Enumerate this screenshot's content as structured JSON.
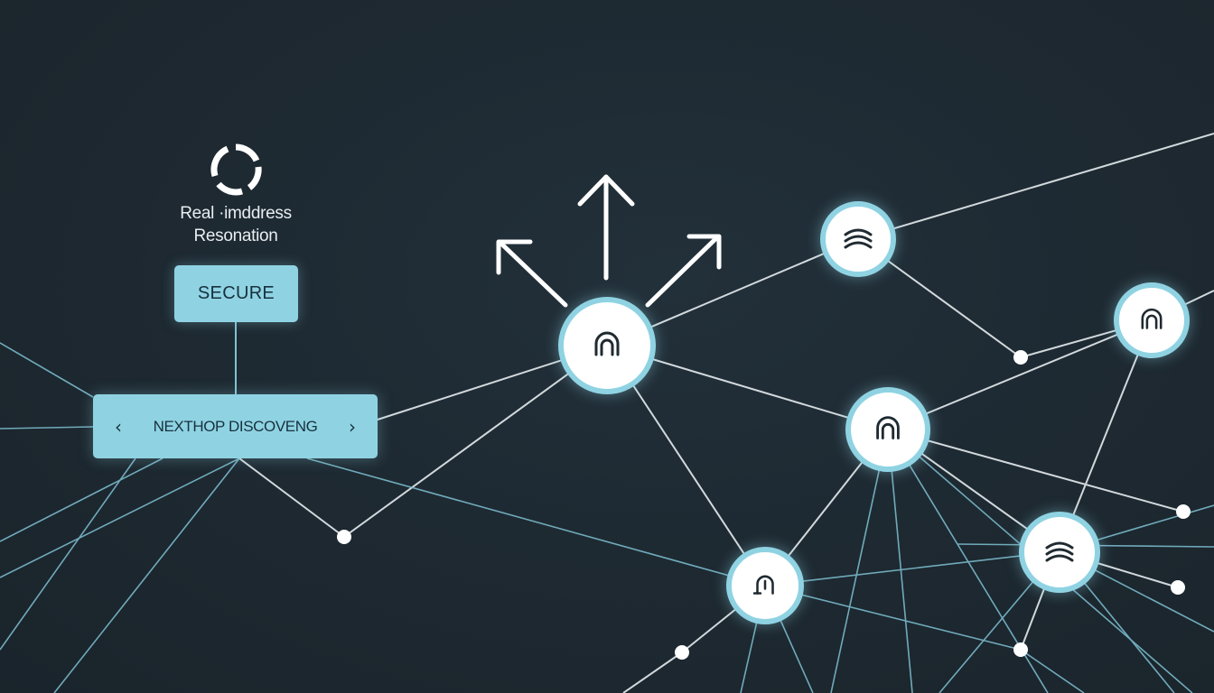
{
  "status": {
    "caption_line1": "Real ·imddress",
    "caption_line2": "Resonation",
    "spinner_icon": "loading-ring-icon"
  },
  "secure_badge": {
    "label": "SECURE"
  },
  "nexthop": {
    "label": "NEXTHOP DISCOVENG",
    "prev_icon": "chevron-left-icon",
    "next_icon": "chevron-right-icon",
    "prev_glyph": "‹",
    "next_glyph": "›"
  },
  "nodes": [
    {
      "id": "hub",
      "icon": "arch-icon"
    },
    {
      "id": "node-top-right",
      "icon": "wave-stack-icon"
    },
    {
      "id": "node-center-right",
      "icon": "arch-icon"
    },
    {
      "id": "node-far-right",
      "icon": "arch-icon"
    },
    {
      "id": "node-bottom-center",
      "icon": "plug-icon"
    },
    {
      "id": "node-bottom-right",
      "icon": "wave-stack-icon"
    }
  ],
  "routing_arrows": [
    "arrow-up-left-icon",
    "arrow-up-icon",
    "arrow-up-right-icon"
  ],
  "colors": {
    "background": "#1e2a33",
    "accent": "#8fd3e3",
    "accent_line": "#7fc2d4",
    "edge_white": "#e6ecef",
    "badge_text": "#17313d"
  }
}
